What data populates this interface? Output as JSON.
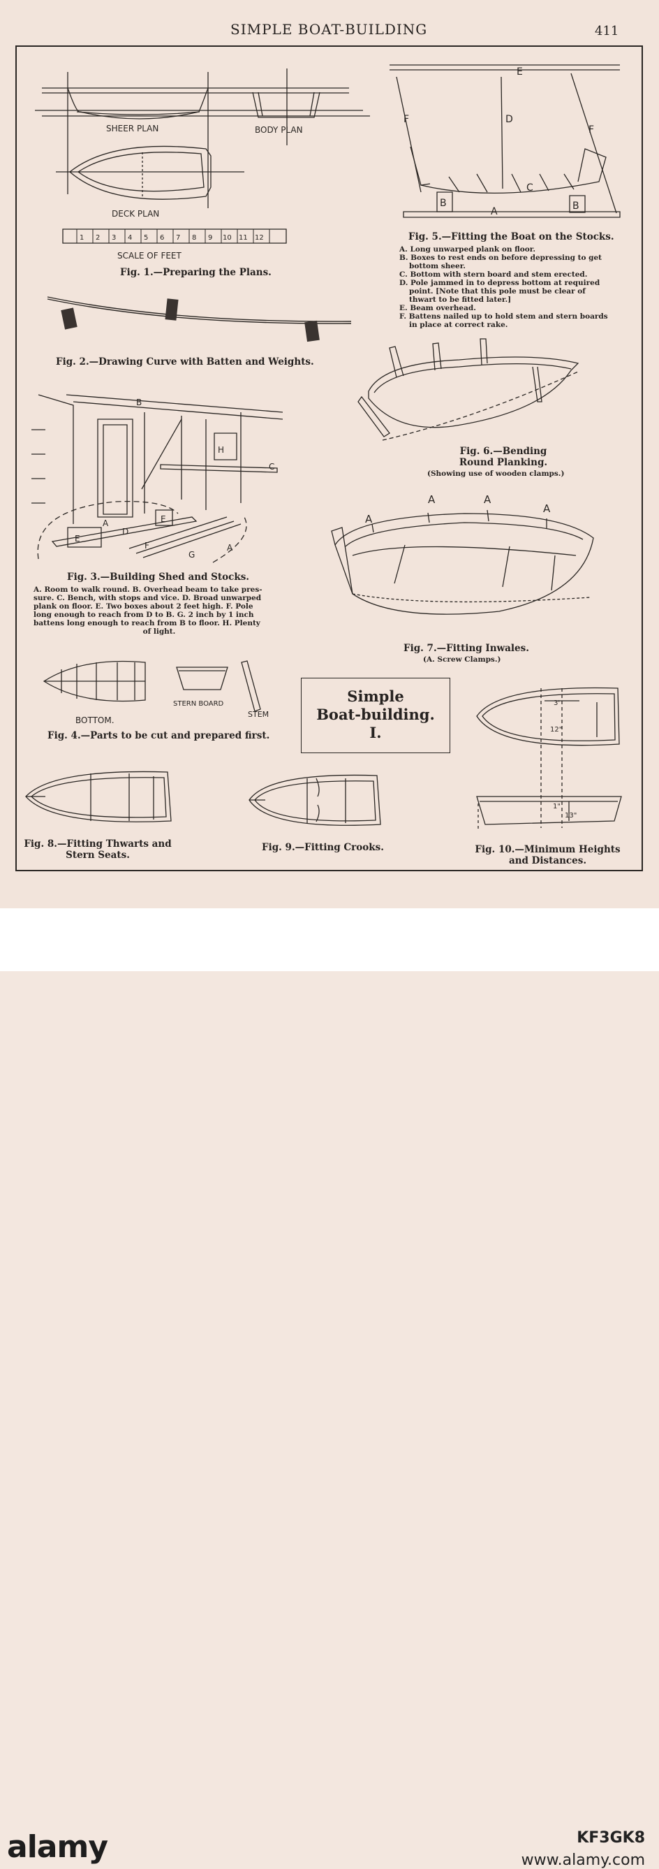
{
  "header": {
    "title": "SIMPLE BOAT-BUILDING",
    "page_number": "411"
  },
  "fig1": {
    "caption": "Fig. 1.—Preparing the Plans.",
    "sheer_plan": "SHEER PLAN",
    "body_plan": "BODY PLAN",
    "deck_plan": "DECK PLAN",
    "scale_label": "SCALE OF FEET",
    "scale_numbers": [
      "1",
      "2",
      "3",
      "4",
      "5",
      "6",
      "7",
      "8",
      "9",
      "10",
      "11",
      "12"
    ]
  },
  "fig2": {
    "caption": "Fig. 2.—Drawing Curve with Batten and Weights."
  },
  "fig3": {
    "caption": "Fig. 3.—Building Shed and Stocks.",
    "notes": [
      "A. Room to walk round. B. Overhead beam to take pres-",
      "sure. C. Bench, with stops and vice. D. Broad unwarped",
      "plank on floor. E. Two boxes about 2 feet high. F. Pole",
      "long enough to reach from D to B. G. 2 inch by 1 inch",
      "battens long enough to reach from B to floor. H. Plenty",
      "of light."
    ]
  },
  "fig4": {
    "caption": "Fig. 4.—Parts to be cut and prepared first.",
    "bottom_label": "BOTTOM.",
    "stern_board_label": "STERN BOARD",
    "stem_label": "STEM"
  },
  "fig5": {
    "caption": "Fig. 5.—Fitting the Boat on the Stocks.",
    "notes": [
      "A. Long unwarped plank on floor.",
      "B. Boxes to rest ends on before depressing to get",
      "     bottom sheer.",
      "C. Bottom with stern board and stem erected.",
      "D. Pole jammed in to depress bottom at required",
      "     point.  [Note that this pole must be clear of",
      "     thwart to be fitted later.]",
      "E. Beam overhead.",
      "F. Battens nailed up to hold stem and stern boards",
      "     in place at correct rake."
    ]
  },
  "fig6": {
    "caption_line1": "Fig. 6.—Bending",
    "caption_line2": "Round Planking.",
    "subcaption": "(Showing use of wooden clamps.)"
  },
  "fig7": {
    "caption": "Fig. 7.—Fitting Inwales.",
    "subcaption": "(A. Screw Clamps.)"
  },
  "title_box": {
    "line1": "Simple",
    "line2": "Boat-building.",
    "line3": "I."
  },
  "fig8": {
    "caption_line1": "Fig. 8.—Fitting Thwarts and",
    "caption_line2": "Stern Seats."
  },
  "fig9": {
    "caption": "Fig. 9.—Fitting Crooks."
  },
  "fig10": {
    "caption_line1": "Fig. 10.—Minimum Heights",
    "caption_line2": "and Distances.",
    "dim_3ft": "3'",
    "dim_12in": "12\"",
    "dim_1in": "1\"",
    "dim_13in": "13\""
  },
  "watermark": {
    "logo": "alamy",
    "image_id": "KF3GK8",
    "url": "www.alamy.com"
  }
}
